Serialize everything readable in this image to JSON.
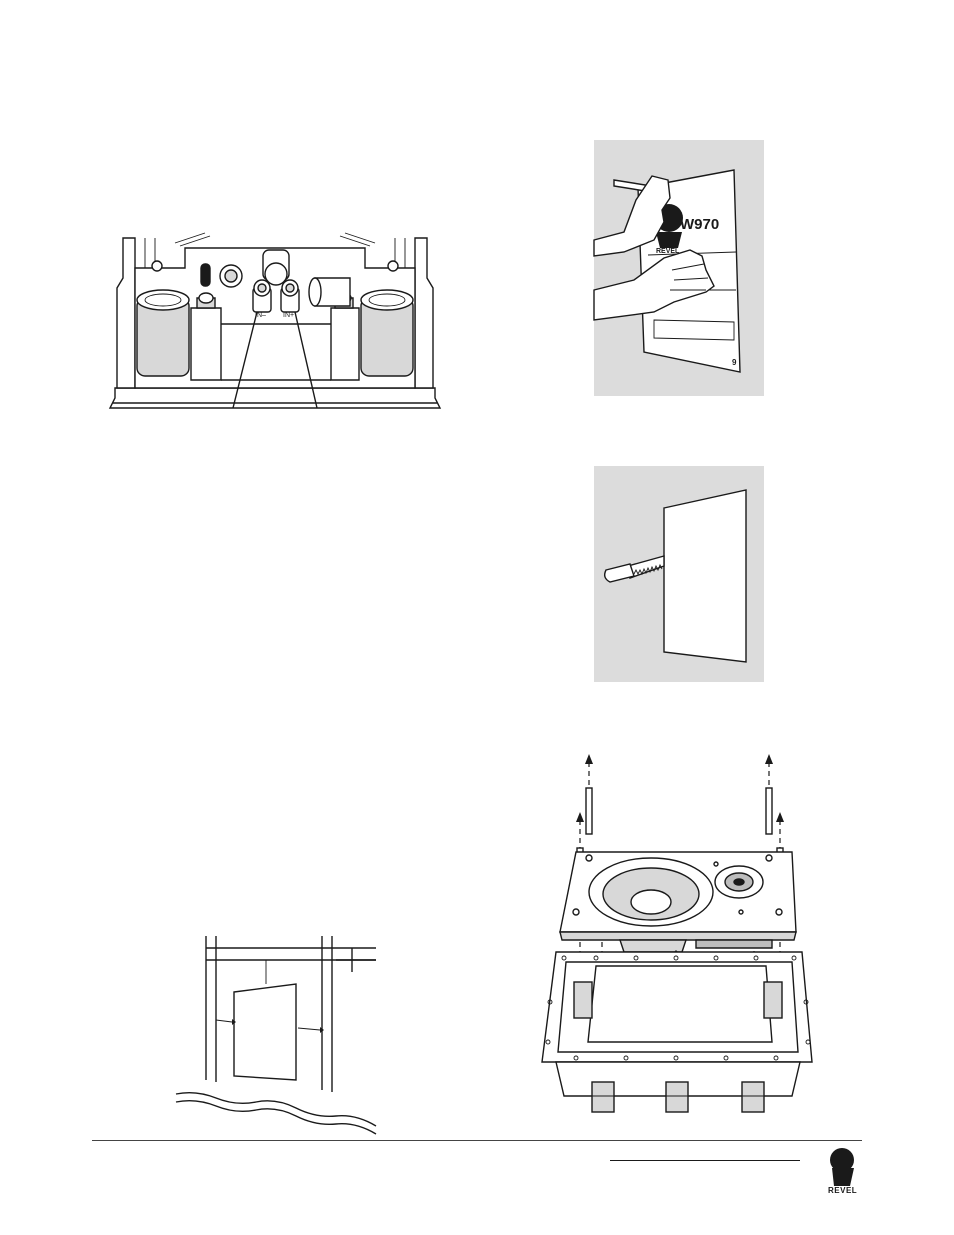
{
  "figures": {
    "terminals": {
      "label_neg": "IN–",
      "label_pos": "IN+"
    },
    "template_panel": {
      "model": "W970",
      "brand": "REVEL",
      "page_mark": "9"
    },
    "footer": {
      "brand": "REVEL"
    }
  },
  "colors": {
    "panel_background": "#dcdcdc",
    "line": "#1a1a1a"
  }
}
